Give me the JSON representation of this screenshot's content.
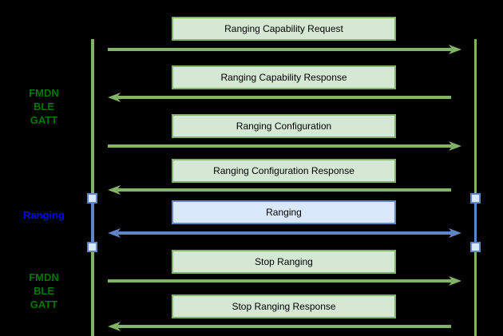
{
  "diagram": {
    "kind": "sequence-diagram",
    "background": "#000000"
  },
  "colors": {
    "green_stroke": "#82b366",
    "green_fill": "#d5e8d4",
    "blue_stroke": "#6286c5",
    "blue_fill": "#dae8fc",
    "green_label_text": "#007700",
    "blue_label_text": "#0000ff",
    "box_text": "#000000"
  },
  "side_labels": [
    {
      "text": "FMDN\nBLE\nGATT",
      "style": "green"
    },
    {
      "text": "Ranging",
      "style": "blue"
    },
    {
      "text": "FMDN\nBLE\nGATT",
      "style": "green"
    }
  ],
  "messages": [
    {
      "label": "Ranging Capability Request",
      "direction": "right",
      "style": "green"
    },
    {
      "label": "Ranging Capability Response",
      "direction": "left",
      "style": "green"
    },
    {
      "label": "Ranging Configuration",
      "direction": "right",
      "style": "green"
    },
    {
      "label": "Ranging Configuration Response",
      "direction": "left",
      "style": "green"
    },
    {
      "label": "Ranging",
      "direction": "both",
      "style": "blue"
    },
    {
      "label": "Stop Ranging",
      "direction": "right",
      "style": "green"
    },
    {
      "label": "Stop Ranging Response",
      "direction": "left",
      "style": "green"
    }
  ]
}
